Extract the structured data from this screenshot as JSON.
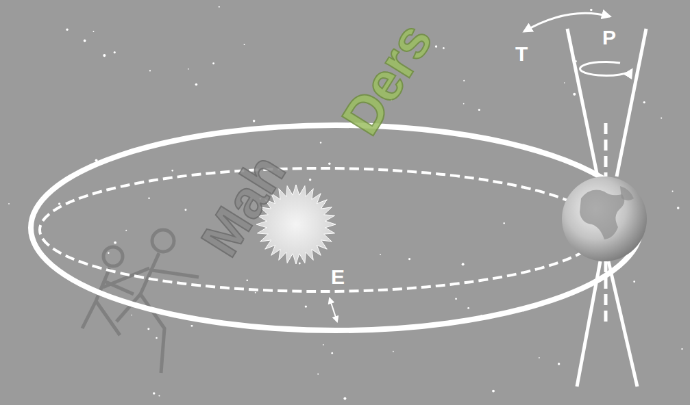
{
  "diagram": {
    "labels": [
      "T",
      "P",
      "E",
      "Mah",
      "Ders"
    ]
  }
}
